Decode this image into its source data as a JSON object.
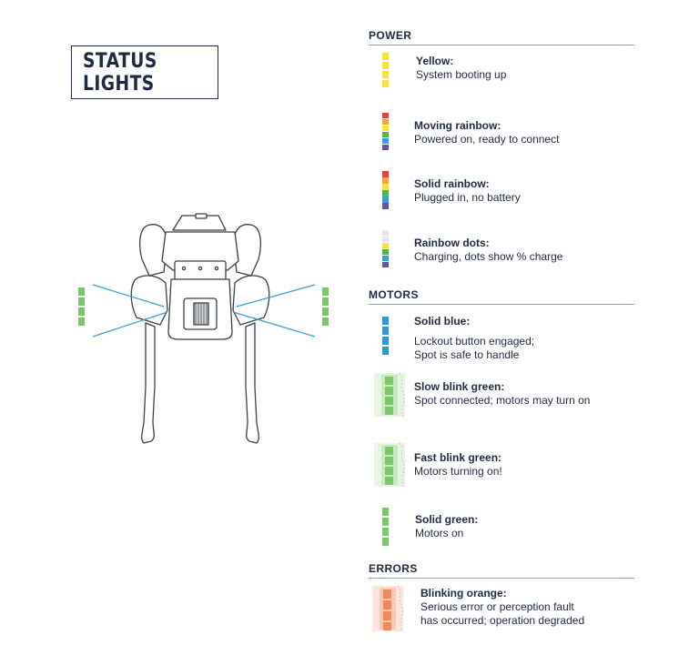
{
  "title": "STATUS LIGHTS",
  "sections": {
    "power": {
      "heading": "POWER",
      "items": [
        {
          "label": "Yellow:",
          "desc": [
            "System booting up"
          ],
          "colors": [
            "#f7e43a",
            "#f7e43a",
            "#f7e43a",
            "#f7e43a"
          ]
        },
        {
          "label": "Moving rainbow:",
          "desc": [
            "Powered on, ready to connect"
          ],
          "colors": [
            "#e8423a",
            "#f7a533",
            "#f7e43a",
            "#4cb84a",
            "#3b9fd8",
            "#6a4ea3"
          ]
        },
        {
          "label": "Solid rainbow:",
          "desc": [
            "Plugged in, no battery"
          ],
          "colors": [
            "#e8423a",
            "#f7a533",
            "#f7e43a",
            "#4cb84a",
            "#3b9fd8",
            "#6a4ea3"
          ]
        },
        {
          "label": "Rainbow dots:",
          "desc": [
            "Charging, dots show % charge"
          ],
          "colors": [
            "#e4e6e8",
            "#e4e6e8",
            "#f7e43a",
            "#4cb84a",
            "#3b9fd8",
            "#6a4ea3"
          ]
        }
      ]
    },
    "motors": {
      "heading": "MOTORS",
      "items": [
        {
          "label": "Solid blue:",
          "desc": [
            "Lockout button engaged;",
            "Spot is safe to handle"
          ],
          "colors": [
            "#2e9ad6",
            "#2e9ad6",
            "#2e9ad6",
            "#2e9ad6"
          ]
        },
        {
          "label": "Slow blink green:",
          "desc": [
            "Spot connected; motors may turn on"
          ],
          "colors": [
            "#7cc76a",
            "#7cc76a",
            "#7cc76a",
            "#7cc76a"
          ]
        },
        {
          "label": "Fast blink green:",
          "desc": [
            "Motors turning on!"
          ],
          "colors": [
            "#7cc76a",
            "#7cc76a",
            "#7cc76a",
            "#7cc76a"
          ]
        },
        {
          "label": "Solid green:",
          "desc": [
            "Motors on"
          ],
          "colors": [
            "#7cc76a",
            "#7cc76a",
            "#7cc76a",
            "#7cc76a"
          ]
        }
      ]
    },
    "errors": {
      "heading": "ERRORS",
      "items": [
        {
          "label": "Blinking orange:",
          "desc": [
            "Serious error or perception fault",
            "has occurred; operation degraded"
          ],
          "colors": [
            "#f08a5d",
            "#f08a5d",
            "#f08a5d",
            "#f08a5d"
          ]
        }
      ]
    }
  },
  "robot_lights_color": "#7cc76a",
  "pointer_line_color": "#3b9fd8"
}
